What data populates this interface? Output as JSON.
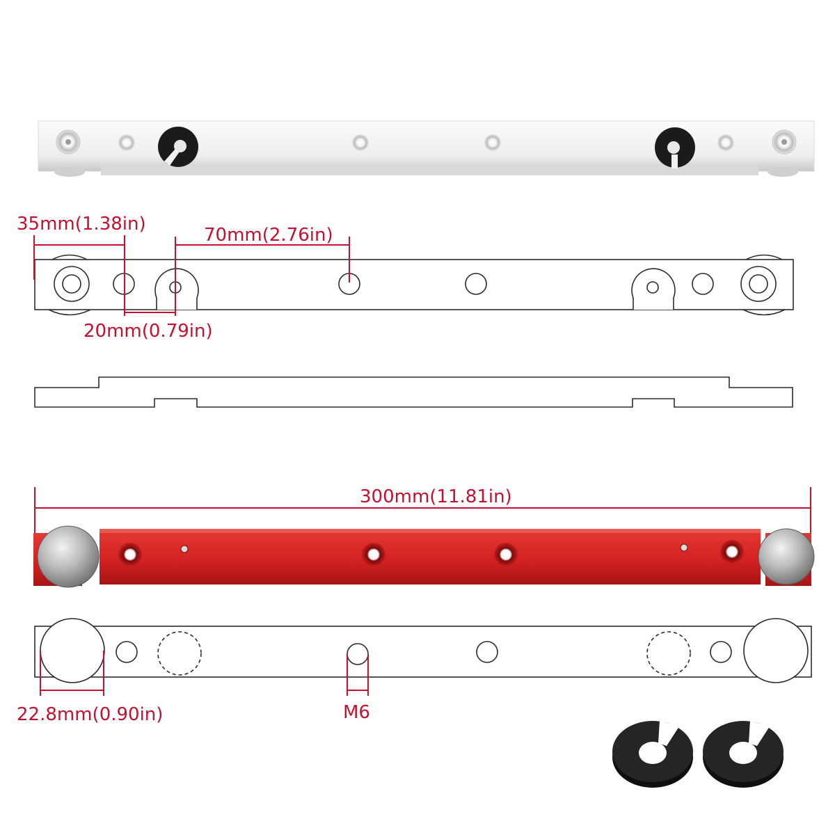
{
  "dimensions": {
    "d35": "35mm(1.38in)",
    "d70": "70mm(2.76in)",
    "d20": "20mm(0.79in)",
    "d300": "300mm(11.81in)",
    "d22": "22.8mm(0.90in)",
    "m6": "M6"
  },
  "colors": {
    "dimension": "#c8102e",
    "outline": "#2b2b2b",
    "red_bar": "#d42222",
    "silver_bar": "#f0f0f0",
    "washer": "#1a1a1a"
  },
  "icons": [
    "washer-icon",
    "washer-icon"
  ]
}
